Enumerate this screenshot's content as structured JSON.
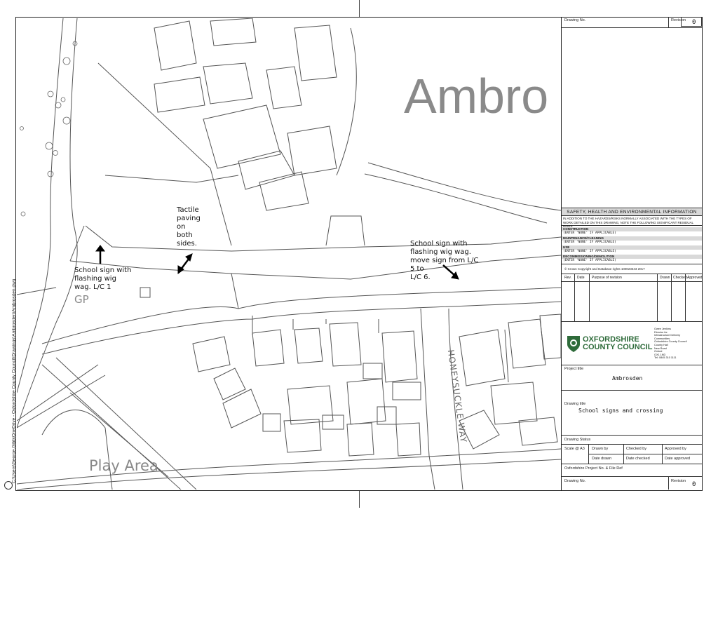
{
  "map": {
    "ambro_text": "Ambro",
    "gp_label": "GP",
    "play_area_label": "Play Area",
    "street_label": "HONEYSUCKLE WAY",
    "annotations": {
      "tactile_paving": [
        "Tactile",
        "paving",
        "on",
        "both",
        "sides."
      ],
      "school_sign_lc1": [
        "School sign with",
        "flashing wig",
        "wag. L/C 1"
      ],
      "school_sign_move": [
        "School sign with",
        "flashing wig wag.",
        "move sign from L/C",
        "5 to",
        "L/C 6."
      ]
    },
    "side_path": "C:\\Users\\George.Gibb\\OneDrive - Oxfordshire County Council\\Drawings\\Ambrosden\\Ambrosden.dwg"
  },
  "title_block": {
    "drawing_no_label": "Drawing No.",
    "revision_label": "Revision",
    "revision_value": "0",
    "she": {
      "heading": "SAFETY, HEALTH AND ENVIRONMENTAL INFORMATION",
      "note": "IN ADDITION TO THE HAZARDS/RISKS NORMALLY ASSOCIATED WITH THE TYPES OF WORK DETAILED ON THIS DRAWING, NOTE THE FOLLOWING SIGNIFICANT RESIDUAL RISKS",
      "categories": [
        {
          "name": "CONSTRUCTION",
          "value": "(ENTER 'NONE' IF APPLICABLE)"
        },
        {
          "name": "MAINTENANCE/CLEANING",
          "value": "(ENTER 'NONE' IF APPLICABLE)"
        },
        {
          "name": "USE",
          "value": "(ENTER 'NONE' IF APPLICABLE)"
        },
        {
          "name": "DECOMMISSIONING/DEMOLITION",
          "value": "(ENTER 'NONE' IF APPLICABLE)"
        }
      ]
    },
    "copyright": "© Crown Copyright and Database rights 100023343 2017",
    "revision_headers": [
      "Rev.",
      "Date",
      "Purpose of revision",
      "Drawn",
      "Checked",
      "Approved"
    ],
    "council_name": [
      "OXFORDSHIRE",
      "COUNTY COUNCIL"
    ],
    "council_address": [
      "Owen Jenkins",
      "Director for",
      "Infrastructure Delivery",
      "Communities",
      "Oxfordshire County Council",
      "County Hall",
      "New Road",
      "Oxford",
      "OX1 1ND",
      "Tel: 0845 310 1111"
    ],
    "project_title_label": "Project title",
    "project_title": "Ambrosden",
    "drawing_title_label": "Drawing title",
    "drawing_title": "School signs and crossing",
    "drawing_status_label": "Drawing Status",
    "scale_label": "Scale @ A3",
    "drawn_by_label": "Drawn by",
    "checked_by_label": "Checked by",
    "approved_by_label": "Approved by",
    "date_drawn_label": "Date drawn",
    "date_checked_label": "Date checked",
    "date_approved_label": "Date approved",
    "project_no_label": "Oxfordshire Project No. & File Ref",
    "drawing_no_label_bottom": "Drawing No.",
    "revision_label_bottom": "Revision",
    "revision_value_bottom": "0",
    "colors": {
      "she_header": "#d9d9d9",
      "council_green": "#2e6b3a"
    }
  }
}
